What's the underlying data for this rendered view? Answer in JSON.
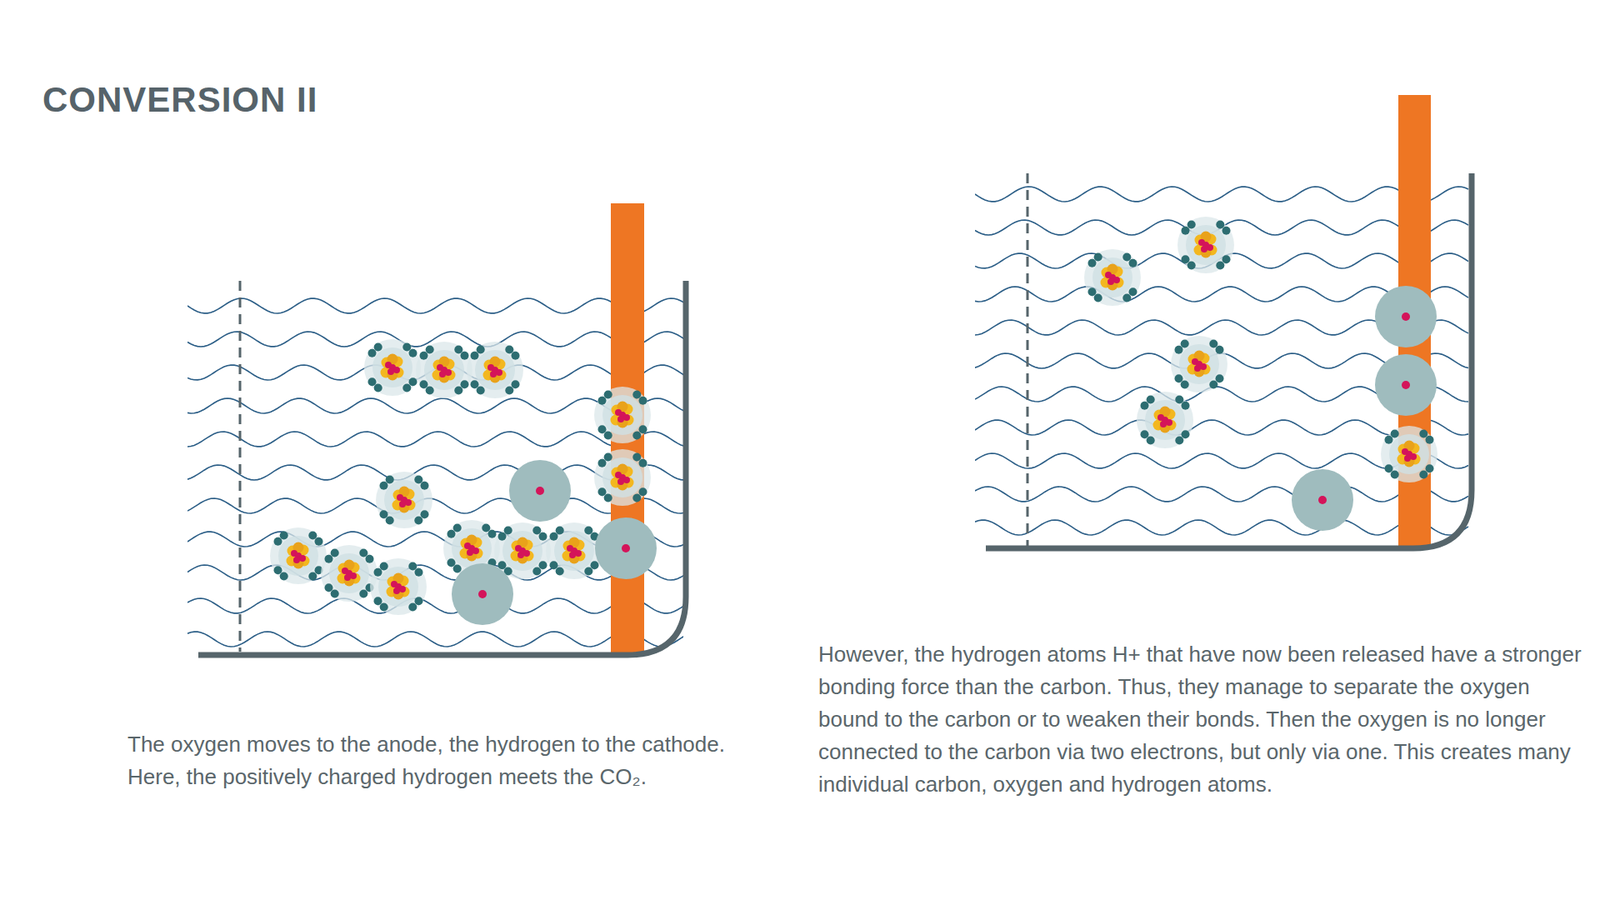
{
  "diagram": {
    "title": "CONVERSION II",
    "labels": [
      "The oxygen moves to the anode, the hydrogen to the cathode. Here, the positively charged hydrogen meets the CO₂.",
      "However, the hydrogen atoms H+ that have now been released have a stronger bonding force than the carbon. Thus, they manage to separate the oxygen bound to the carbon or to weaken their bonds. Then the oxygen is no longer connected to the carbon via two electrons, but only via one. This creates many individual carbon, oxygen and hydrogen atoms."
    ]
  }
}
